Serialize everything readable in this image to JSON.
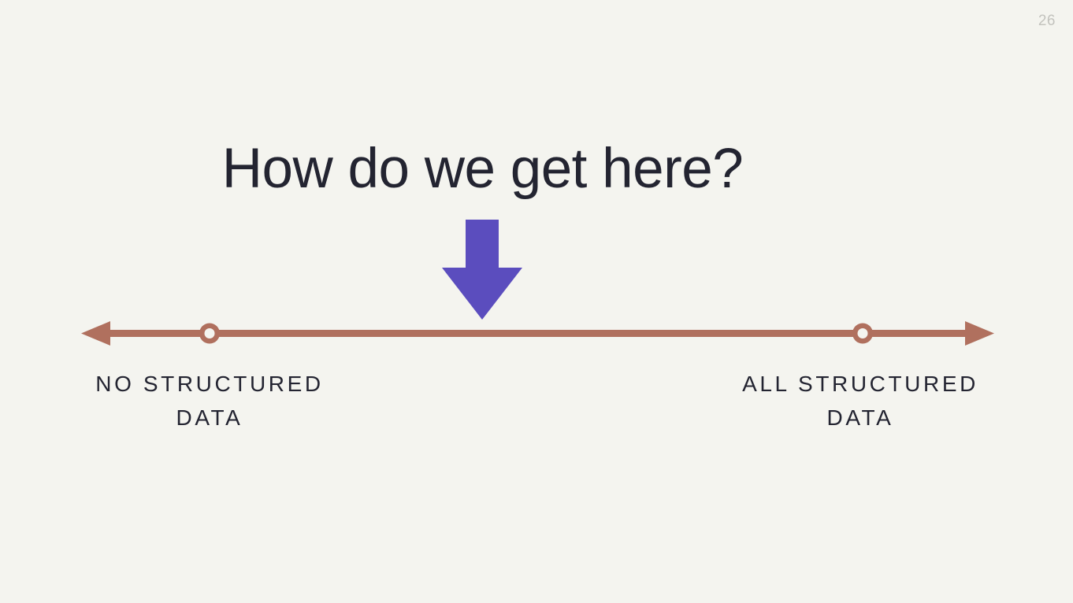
{
  "slide": {
    "page_number": "26",
    "title": "How do we get here?",
    "background_color": "#F4F4EF",
    "title_color": "#232431",
    "page_number_color": "#C3C3BE"
  },
  "arrow": {
    "name": "down-arrow",
    "color": "#5B4DBE",
    "direction": "down"
  },
  "spectrum": {
    "name": "bidirectional-axis",
    "color": "#B0705E",
    "line_thickness": 9,
    "left_arrowhead": "left",
    "right_arrowhead": "right",
    "markers": [
      {
        "name": "marker-no-structured-data",
        "position_pct": 14.6
      },
      {
        "name": "marker-all-structured-data",
        "position_pct": 85.1
      }
    ],
    "labels": {
      "left": "NO STRUCTURED\nDATA",
      "right": "ALL STRUCTURED\nDATA"
    }
  }
}
